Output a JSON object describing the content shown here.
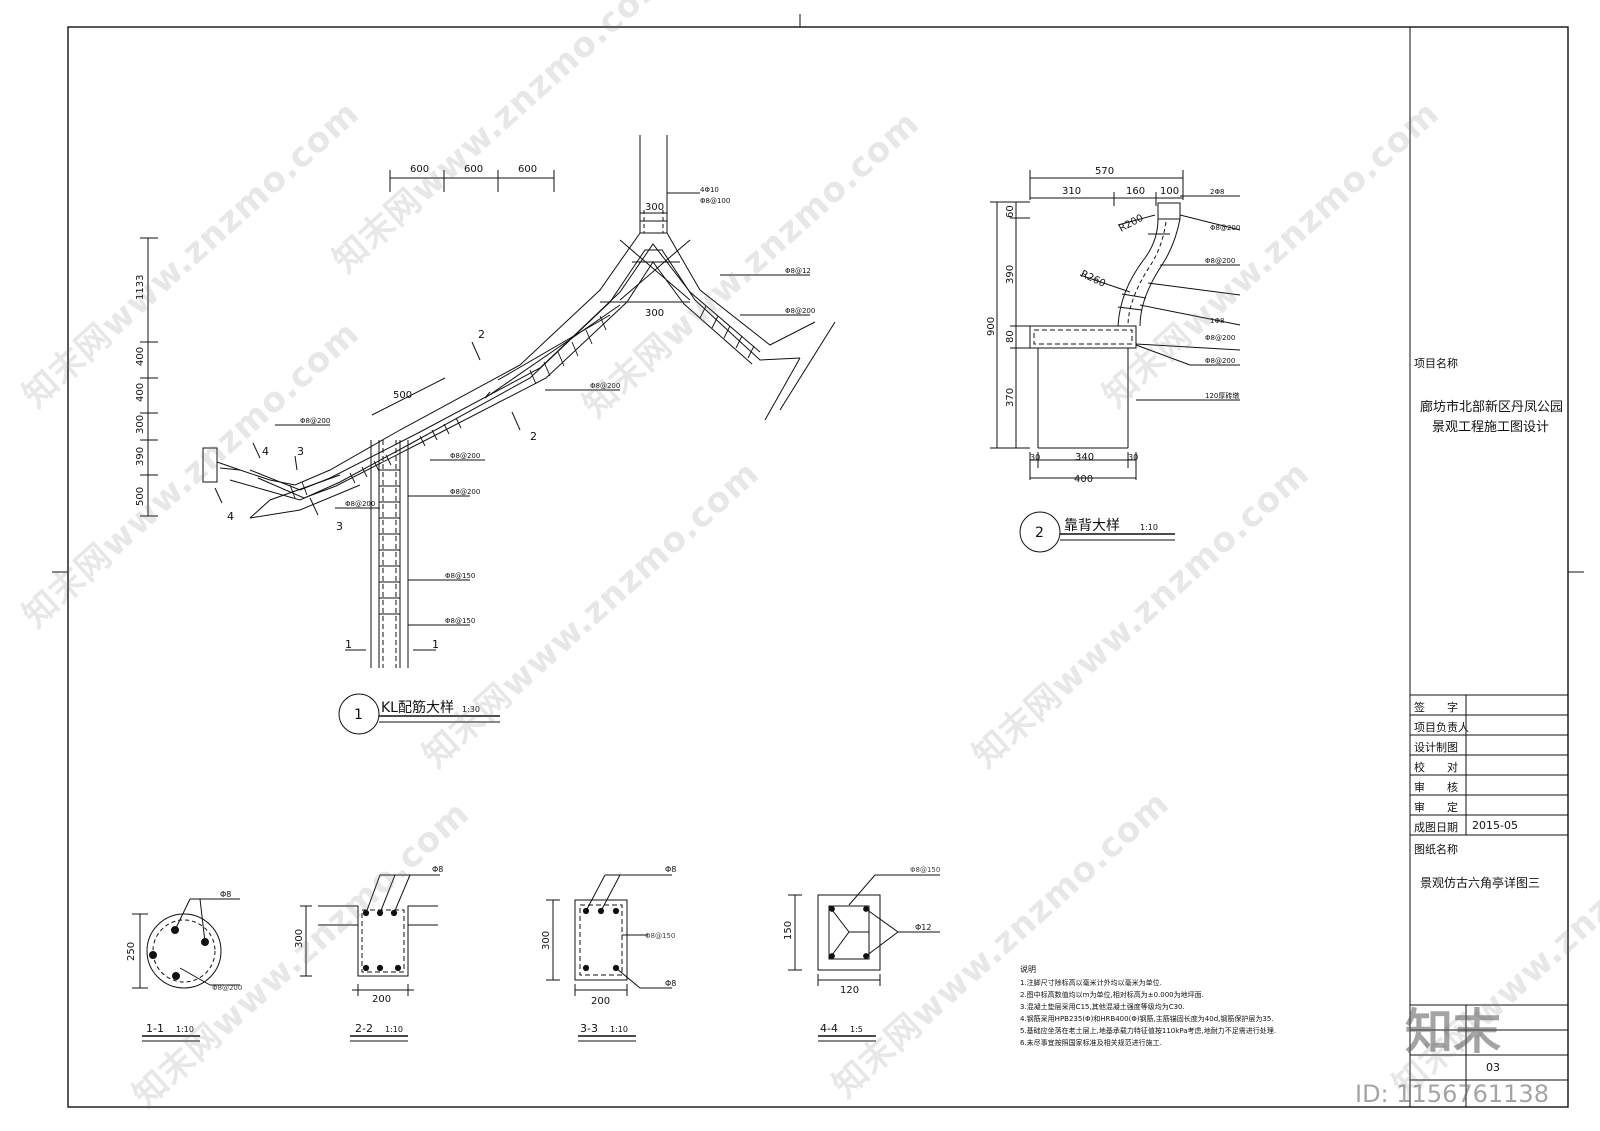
{
  "title_block": {
    "project_label": "项目名称",
    "project_name_line1": "廊坊市北部新区丹凤公园",
    "project_name_line2": "景观工程施工图设计",
    "rows": [
      {
        "label": "签　　字",
        "value": ""
      },
      {
        "label": "项目负责人",
        "value": ""
      },
      {
        "label": "设计制图",
        "value": ""
      },
      {
        "label": "校　　对",
        "value": ""
      },
      {
        "label": "审　　核",
        "value": ""
      },
      {
        "label": "审　　定",
        "value": ""
      },
      {
        "label": "成图日期",
        "value": "2015-05"
      }
    ],
    "drawing_label": "图纸名称",
    "drawing_name": "景观仿古六角亭详图三",
    "sheet_no": "03"
  },
  "main_detail": {
    "title": "KL配筋大样",
    "scale": "1:30",
    "number": "1",
    "dims_top": [
      "600",
      "600",
      "600"
    ],
    "dims_left": [
      "1133",
      "400",
      "400",
      "300",
      "390",
      "500"
    ],
    "dim_500": "500",
    "post_width_top": "300",
    "post_width_mid": "300",
    "labels": [
      "4Φ10",
      "Φ8@100",
      "Φ8@12",
      "Φ8@200",
      "Φ8@200",
      "Φ8@200",
      "Φ8@200",
      "Φ8@150",
      "Φ8@150",
      "Φ8@200",
      "Φ8@200"
    ],
    "section_marks": [
      "1",
      "1",
      "2",
      "2",
      "3",
      "3",
      "4",
      "4"
    ]
  },
  "seat_detail": {
    "title": "靠背大样",
    "scale": "1:10",
    "number": "2",
    "dim_total": "570",
    "dims_top": [
      "310",
      "160",
      "100"
    ],
    "dims_left": [
      "60",
      "390",
      "80",
      "370"
    ],
    "dim_height": "900",
    "dims_bottom": [
      "30",
      "340",
      "30"
    ],
    "dim_bottom_total": "400",
    "r1": "R200",
    "r2": "R260",
    "labels": [
      "2Φ8",
      "Φ8@200",
      "Φ8@200",
      "1Φ8",
      "Φ8@200",
      "Φ8@200",
      "120厚砖墩"
    ]
  },
  "sections": [
    {
      "title": "1-1",
      "scale": "1:10",
      "dim": "250",
      "labels": [
        "Φ8",
        "Φ8@200"
      ]
    },
    {
      "title": "2-2",
      "scale": "1:10",
      "dims": [
        "300",
        "200"
      ],
      "labels": [
        "Φ8"
      ]
    },
    {
      "title": "3-3",
      "scale": "1:10",
      "dims": [
        "300",
        "200"
      ],
      "labels": [
        "Φ8",
        "Φ8@150",
        "Φ8"
      ]
    },
    {
      "title": "4-4",
      "scale": "1:5",
      "dims": [
        "150",
        "120"
      ],
      "labels": [
        "Φ8@150",
        "Φ12"
      ]
    }
  ],
  "notes": {
    "heading": "说明",
    "lines": [
      "1.注脚尺寸除标高以毫米计外均以毫米为单位.",
      "2.图中标高数值均以m为单位,相对标高为±0.000为地坪面.",
      "3.混凝土垫层采用C15,其他混凝土强度等级均为C30.",
      "4.钢筋采用HPB235(Φ)和HRB400(Φ)钢筋,主筋锚固长度为40d,钢筋保护层为35.",
      "5.基础应坐落在老土层上,地基承载力特征值按110kPa考虑,地耐力不足需进行处理.",
      "6.未尽事宜按照国家标准及相关规范进行施工."
    ]
  },
  "watermark": {
    "text": "知末网www.znzmo.com",
    "brand": "知末",
    "id_text": "ID: 1156761138"
  }
}
